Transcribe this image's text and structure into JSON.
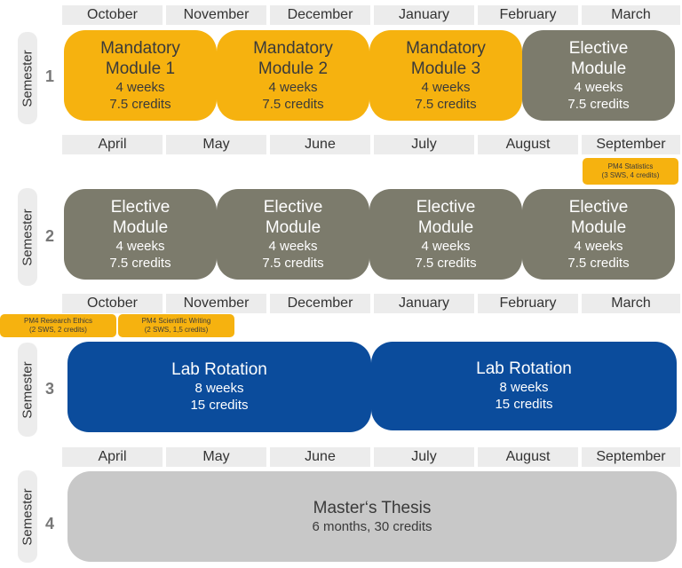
{
  "months_a": [
    "October",
    "November",
    "December",
    "January",
    "February",
    "March"
  ],
  "months_b": [
    "April",
    "May",
    "June",
    "July",
    "August",
    "September"
  ],
  "semester_label": "Semester",
  "semesters": [
    {
      "number": "1",
      "modules": [
        {
          "title": "Mandatory Module 1",
          "duration": "4 weeks",
          "credits": "7.5 credits"
        },
        {
          "title": "Mandatory Module 2",
          "duration": "4 weeks",
          "credits": "7.5 credits"
        },
        {
          "title": "Mandatory Module 3",
          "duration": "4 weeks",
          "credits": "7.5 credits"
        },
        {
          "title": "Elective Module",
          "duration": "4 weeks",
          "credits": "7.5 credits"
        }
      ]
    },
    {
      "number": "2",
      "modules": [
        {
          "title": "Elective Module",
          "duration": "4 weeks",
          "credits": "7.5 credits"
        },
        {
          "title": "Elective Module",
          "duration": "4 weeks",
          "credits": "7.5 credits"
        },
        {
          "title": "Elective Module",
          "duration": "4 weeks",
          "credits": "7.5 credits"
        },
        {
          "title": "Elective Module",
          "duration": "4 weeks",
          "credits": "7.5 credits"
        }
      ]
    },
    {
      "number": "3",
      "modules": [
        {
          "title": "Lab Rotation",
          "duration": "8 weeks",
          "credits": "15 credits"
        },
        {
          "title": "Lab Rotation",
          "duration": "8 weeks",
          "credits": "15 credits"
        }
      ]
    },
    {
      "number": "4",
      "modules": [
        {
          "title": "Master‘s Thesis",
          "detail": "6 months, 30 credits"
        }
      ]
    }
  ],
  "tags": {
    "statistics": {
      "title": "PM4 Statistics",
      "detail": "(3 SWS, 4 credits)"
    },
    "research_ethics": {
      "title": "PM4 Research Ethics",
      "detail": "(2 SWS, 2 credits)"
    },
    "scientific_writing": {
      "title": "PM4 Scientific Writing",
      "detail": "(2 SWS, 1,5 credits)"
    }
  },
  "colors": {
    "mandatory": "#f6b20f",
    "elective": "#7c7b6c",
    "lab": "#0b4c9c",
    "thesis": "#c8c8c8"
  }
}
